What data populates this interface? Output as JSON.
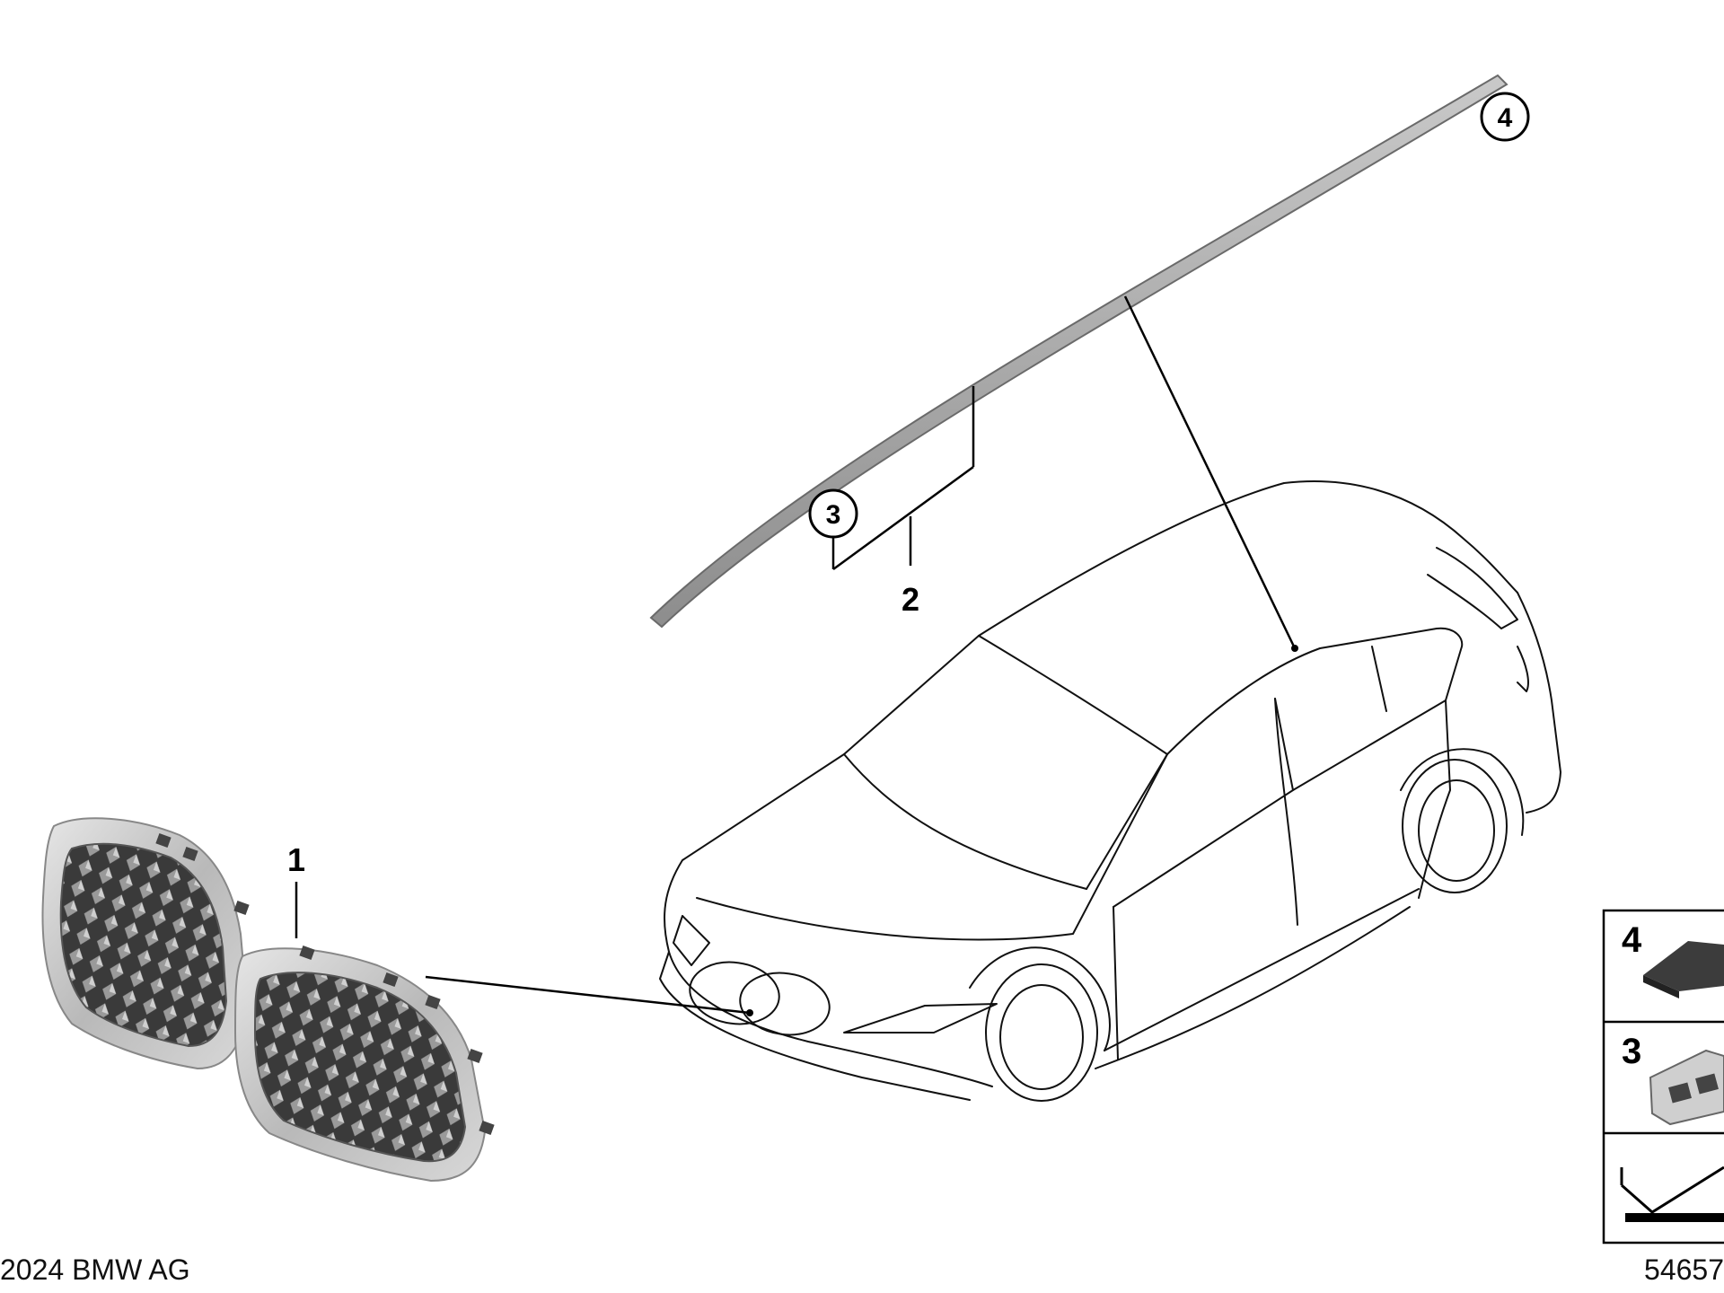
{
  "callouts": {
    "part_1": "1",
    "part_2": "2",
    "part_3": "3",
    "part_4": "4"
  },
  "legend": {
    "row_4": "4",
    "row_3": "3"
  },
  "footer": {
    "copyright": "2024 BMW AG",
    "diagram_number": "54657"
  },
  "icons": [
    "kidney-grille-icon",
    "roof-trim-strip-icon",
    "car-outline-icon",
    "adhesive-pad-icon",
    "clip-icon",
    "arrow-icon"
  ]
}
